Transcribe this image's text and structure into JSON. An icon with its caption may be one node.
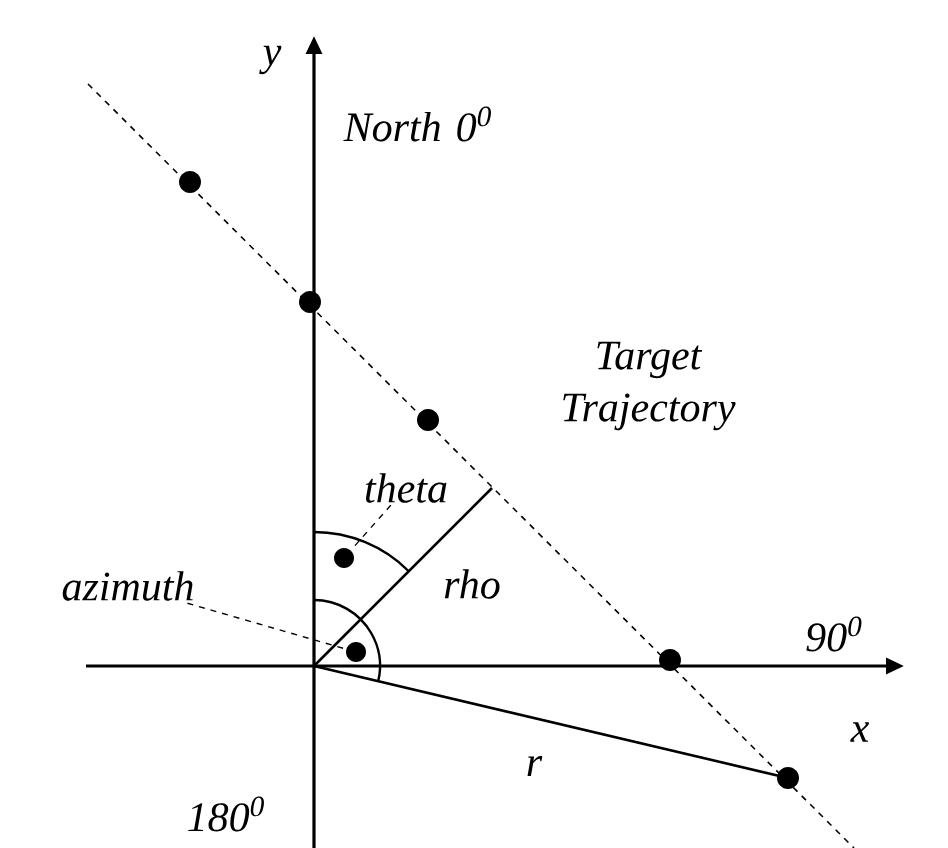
{
  "diagram": {
    "nodes": [
      {
        "text": [
          "theta"
        ]
      },
      {
        "text": [],
        "shape": "circle"
      },
      {
        "text": [
          "azimuth"
        ]
      },
      {
        "text": [],
        "shape": "circle"
      }
    ],
    "edges": [
      {
        "from": 0,
        "to": 1,
        "arrow": "none",
        "style": "dashed"
      },
      {
        "from": 2,
        "to": 3,
        "arrow": "none",
        "style": "dashed"
      }
    ],
    "labels": [
      "y",
      "North 0$^{0}$",
      "Target Trajectory",
      "rho",
      "90$^{0}$",
      "x",
      "r",
      "180$^{0}$"
    ]
  }
}
